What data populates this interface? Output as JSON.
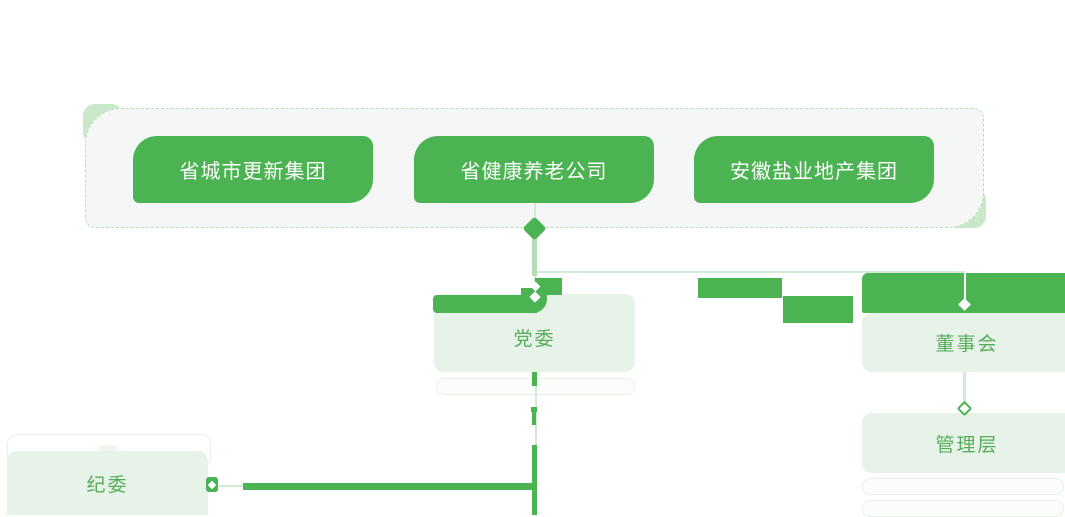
{
  "diagram": {
    "type": "org-chart",
    "parent_companies": {
      "items": [
        {
          "label": "省城市更新集团"
        },
        {
          "label": "省健康养老公司"
        },
        {
          "label": "安徽盐业地产集团"
        }
      ]
    },
    "nodes": {
      "party_committee": {
        "label": "党委"
      },
      "board": {
        "label": "董事会"
      },
      "management": {
        "label": "管理层"
      },
      "discipline_committee": {
        "label": "纪委"
      }
    }
  },
  "colors": {
    "primary_green": "#4cb352",
    "light_box_fill": "#e7f2e8",
    "box_text_green": "#57ad5c",
    "container_bg": "#f5f7f6",
    "dashed_border": "#b9e0bb",
    "corner_decoration": "#c9e8c9",
    "connector_light": "#d2ebd3",
    "connector_mid": "#b5ddb6"
  }
}
